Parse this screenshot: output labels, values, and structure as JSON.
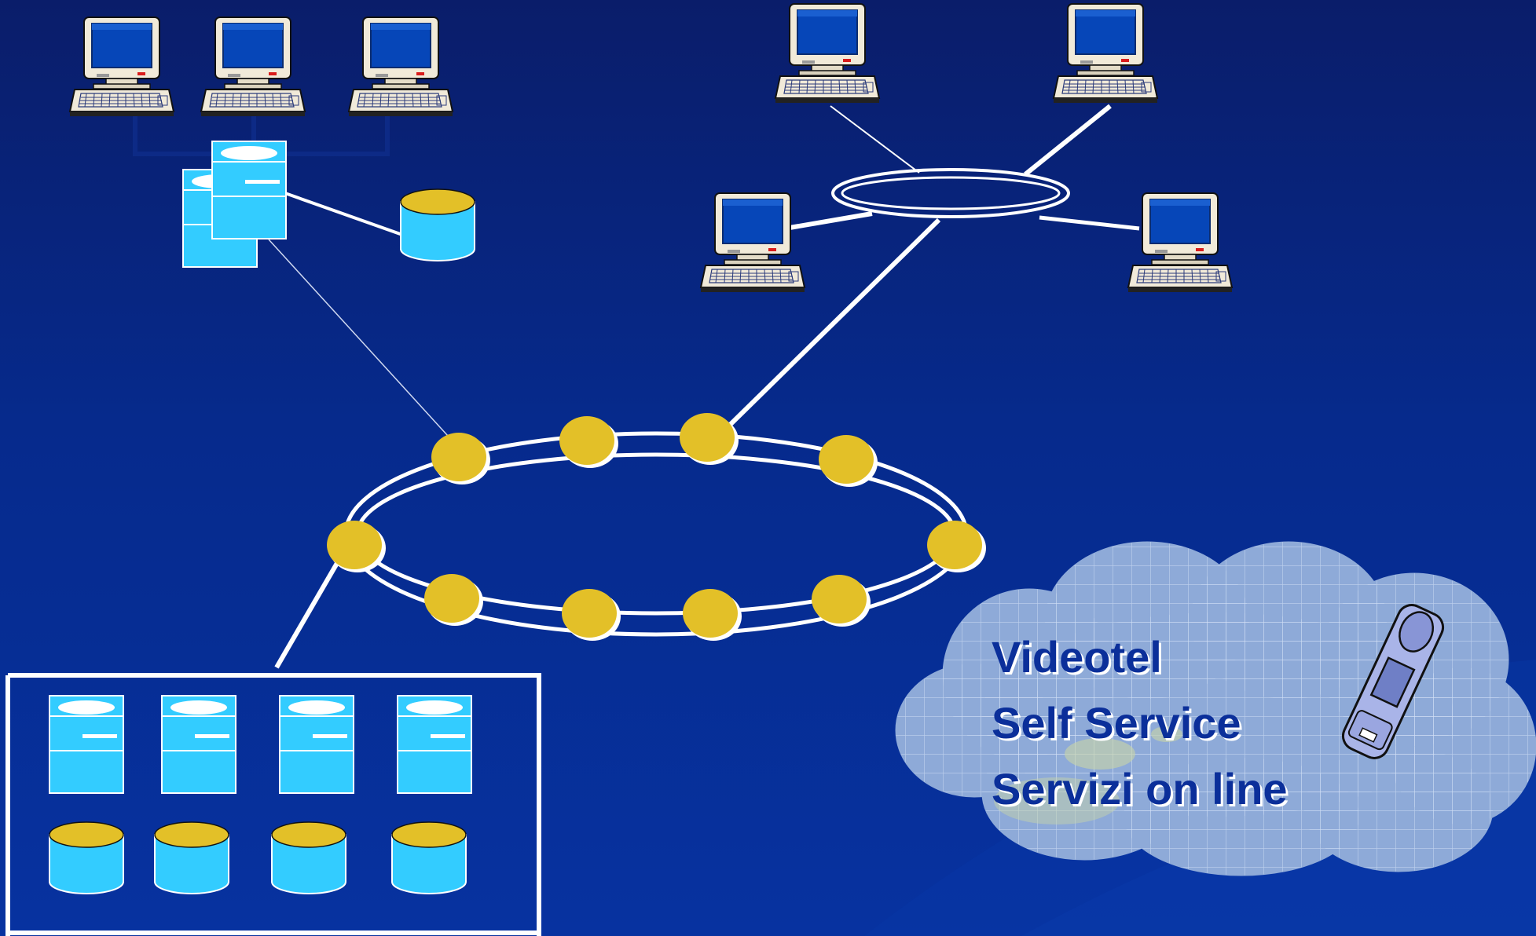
{
  "colors": {
    "background_top": "#0a1d6a",
    "background_bottom": "#0732a0",
    "node_yellow": "#e3c028",
    "server_cyan": "#33ccff",
    "screen_blue": "#0646b8",
    "cloud_fill": "#8eaad8",
    "label_text": "#0b2f9a",
    "link_white": "#ffffff"
  },
  "cloud_label": {
    "line1": "Videotel",
    "line2": "Self Service",
    "line3": "Servizi on line"
  },
  "icons": [
    "desktop-computer-icon",
    "server-icon",
    "database-icon",
    "ring-network-icon",
    "mobile-phone-icon",
    "cloud-icon"
  ]
}
